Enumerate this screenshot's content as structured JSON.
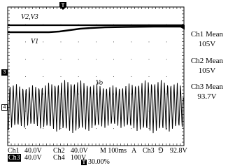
{
  "trace_labels": {
    "v2v3": "V2,V3",
    "v1": "V1",
    "vo": "Vo"
  },
  "measurements": [
    {
      "name": "Ch1 Mean",
      "value": "105V"
    },
    {
      "name": "Ch2 Mean",
      "value": "105V"
    },
    {
      "name": "Ch3 Mean",
      "value": "93.7V"
    }
  ],
  "status": {
    "ch1": "Ch1",
    "ch1_scale": "40.0V",
    "ch2": "Ch2",
    "ch2_scale": "40.0V",
    "ch3": "Ch3",
    "ch3_scale": "40.0V",
    "ch4": "Ch4",
    "ch4_scale": "100V",
    "timebase": "M 100ms",
    "trigger_mode": "A",
    "trigger_source": "Ch3",
    "trigger_slope": "⅁",
    "trigger_level": "92.8V",
    "position_marker": "T",
    "position": "30.00%"
  },
  "markers": {
    "trigger_top": "T",
    "ch3_ground": "3",
    "ch4_ground": "4"
  },
  "colors": {
    "background": "#ffffff",
    "trace": "#000000",
    "grid": "#000000"
  }
}
